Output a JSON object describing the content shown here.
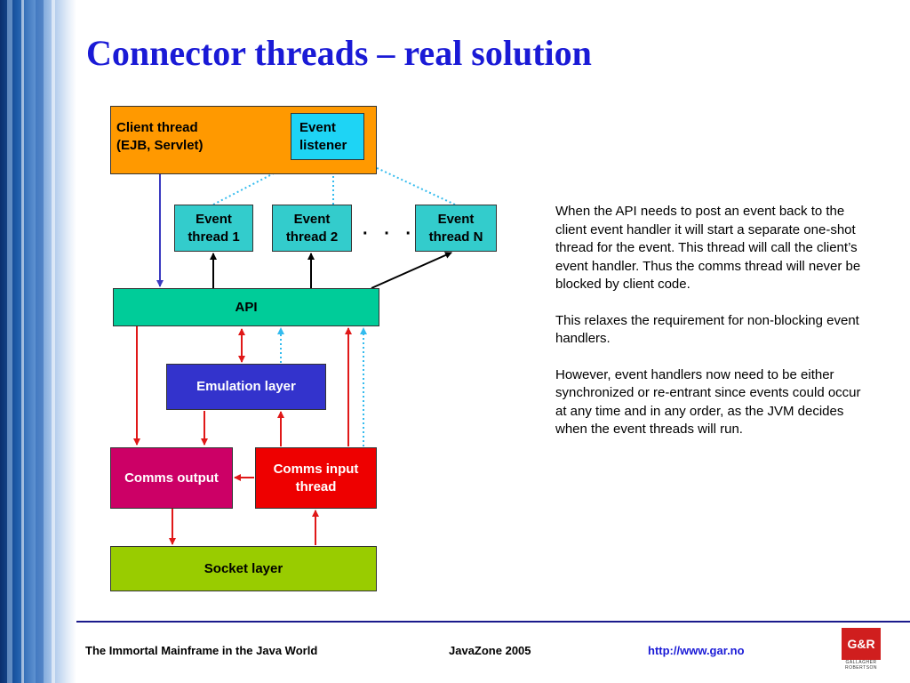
{
  "slide": {
    "title": "Connector threads – real solution"
  },
  "diagram": {
    "client_thread": "Client thread\n(EJB, Servlet)",
    "event_listener": "Event\nlistener",
    "event_thread_1": "Event\nthread 1",
    "event_thread_2": "Event\nthread 2",
    "ellipsis": "· · ·",
    "event_thread_n": "Event\nthread N",
    "api": "API",
    "emulation_layer": "Emulation layer",
    "comms_output": "Comms output",
    "comms_input_thread": "Comms input\nthread",
    "socket_layer": "Socket layer"
  },
  "colors": {
    "title": "#1a1ad6",
    "client_thread_fill": "#ff9900",
    "event_listener_fill": "#1ed4f5",
    "event_thread_fill": "#33cccc",
    "api_fill": "#00cc99",
    "emulation_fill": "#3333cc",
    "comms_output_fill": "#cc0066",
    "comms_input_fill": "#ee0000",
    "socket_fill": "#99cc00",
    "arrow_red": "#e01818",
    "arrow_cyan": "#33bbee",
    "arrow_blue": "#3a3ac0",
    "arrow_black": "#000000"
  },
  "description": {
    "paragraphs": [
      "When the API needs to post an event back to the client event handler it will start a separate one-shot thread for the event. This thread will call the client’s event handler. Thus the comms thread will never be blocked by client code.",
      "This relaxes the requirement for non-blocking event handlers.",
      "However, event handlers now need to be either synchronized or re-entrant since events could occur at any time and in any order, as the JVM decides when the event threads will run."
    ]
  },
  "footer": {
    "left": "The Immortal Mainframe in the Java World",
    "center": "JavaZone 2005",
    "link": "http://www.gar.no"
  },
  "logo": {
    "mark": "G&R",
    "sub": "GALLAGHER\nROBERTSON"
  }
}
